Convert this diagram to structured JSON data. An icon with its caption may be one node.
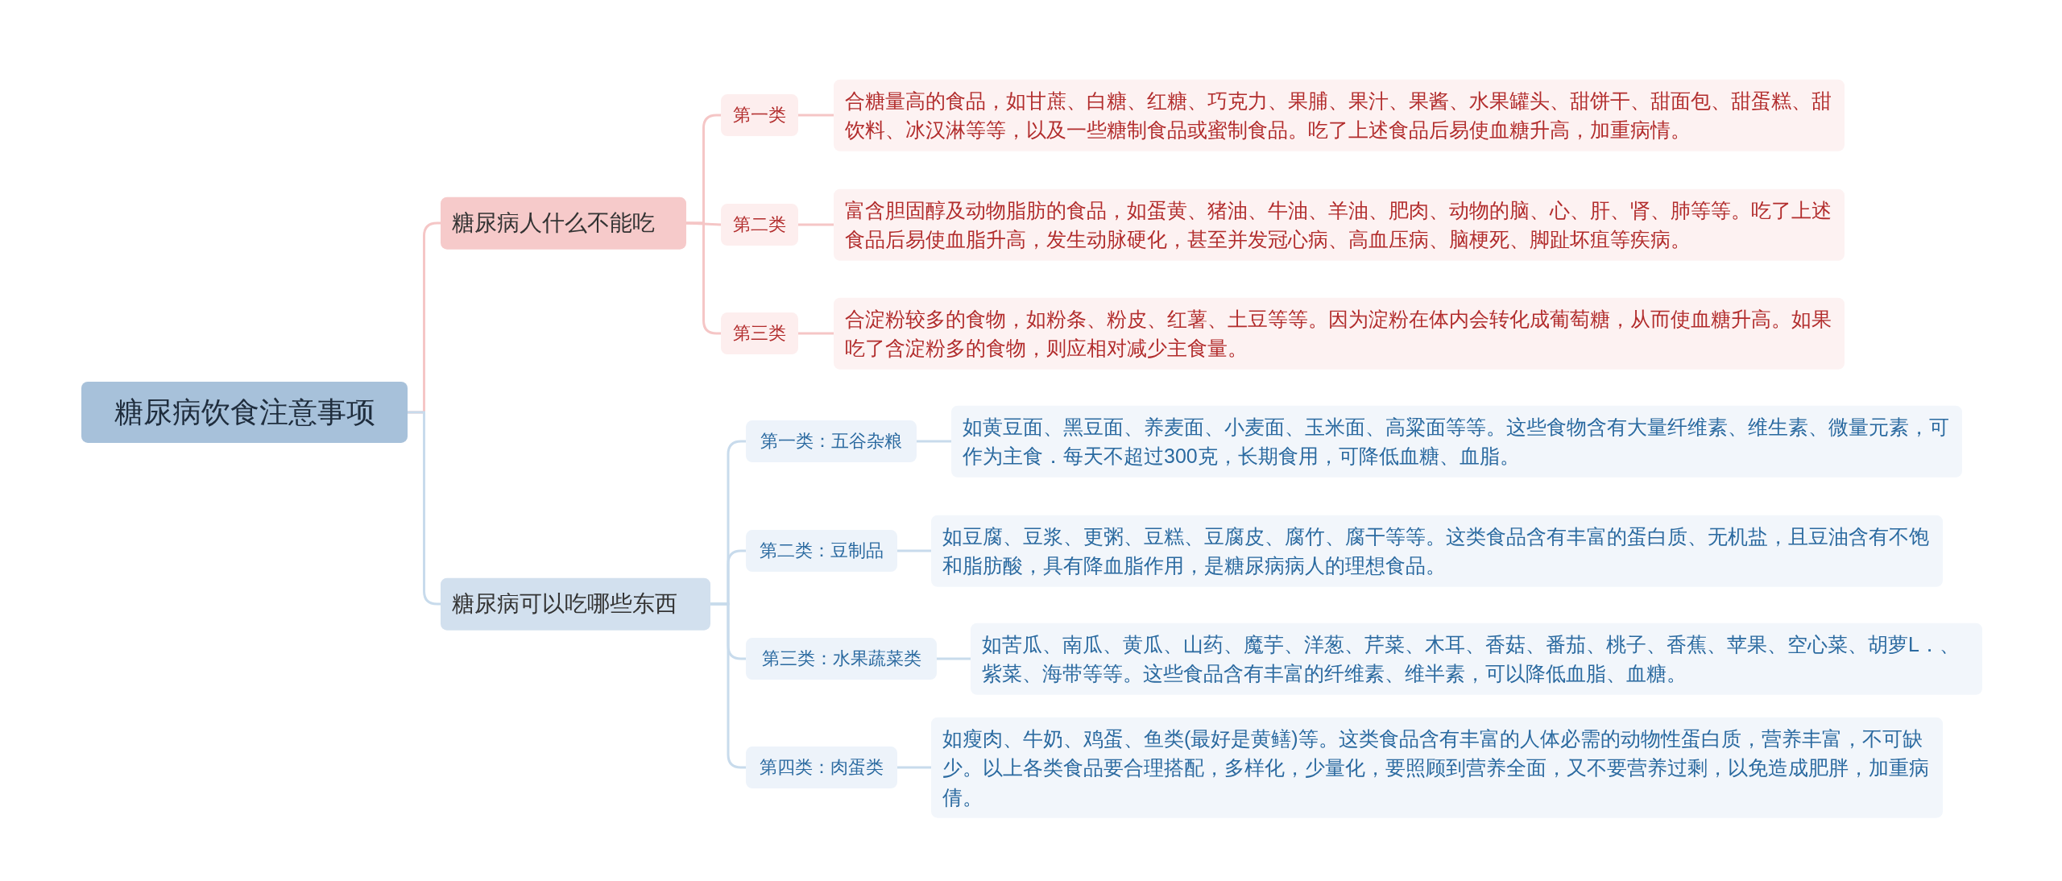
{
  "diagram": {
    "nodes": [
      {
        "text": [
          "糖尿病饮食注意事项"
        ]
      },
      {
        "text": [
          "糖尿病人什么不能吃"
        ]
      },
      {
        "text": [
          "第一类"
        ]
      },
      {
        "text": [
          "合糖量高的食品，如甘蔗、白糖、红糖、巧克力、果脯、果汁、果酱、水果罐头、甜饼干、甜面包、甜蛋糕、甜饮料、冰汉淋等等，以及一些糖制食品或蜜制食品。吃了上述食品后易使血糖升高，加重病情。"
        ]
      },
      {
        "text": [
          "第二类"
        ]
      },
      {
        "text": [
          "富含胆固醇及动物脂肪的食品，如蛋黄、猪油、牛油、羊油、肥肉、动物的脑、心、肝、肾、肺等等。吃了上述食品后易使血脂升高，发生动脉硬化，甚至并发冠心病、高血压病、脑梗死、脚趾坏疽等疾病。"
        ]
      },
      {
        "text": [
          "第三类"
        ]
      },
      {
        "text": [
          "合淀粉较多的食物，如粉条、粉皮、红薯、土豆等等。因为淀粉在体内会转化成葡萄糖，从而使血糖升高。如果吃了含淀粉多的食物，则应相对减少主食量。"
        ]
      },
      {
        "text": [
          "糖尿病可以吃哪些东西"
        ]
      },
      {
        "text": [
          "第一类：五谷杂粮"
        ]
      },
      {
        "text": [
          "如黄豆面、黑豆面、养麦面、小麦面、玉米面、高粱面等等。这些食物含有大量纤维素、维生素、微量元素，可作为主食．每天不超过300克，长期食用，可降低血糖、血脂。"
        ]
      },
      {
        "text": [
          "第二类：豆制品"
        ]
      },
      {
        "text": [
          "如豆腐、豆浆、更粥、豆糕、豆腐皮、腐竹、腐干等等。这类食品含有丰富的蛋白质、无机盐，且豆油含有不饱和脂肪酸，具有降血脂作用，是糖尿病病人的理想食品。"
        ]
      },
      {
        "text": [
          "第三类：水果蔬菜类"
        ]
      },
      {
        "text": [
          "如苦瓜、南瓜、黄瓜、山药、魔芋、洋葱、芹菜、木耳、香菇、番茄、桃子、香蕉、苹果、空心菜、胡萝L．、紫菜、海带等等。这些食品含有丰富的纤维素、维半素，可以降低血脂、血糖。"
        ]
      },
      {
        "text": [
          "第四类：肉蛋类"
        ]
      },
      {
        "text": [
          "如瘦肉、牛奶、鸡蛋、鱼类(最好是黄鳝)等。这类食品含有丰富的人体必需的动物性蛋白质，营养丰富，不可缺少。以上各类食品要合理搭配，多样化，少量化，要照顾到营养全面，又不要营养过剩，以免造成肥胖，加重病倩。"
        ]
      }
    ],
    "edges": [
      {
        "from": 0,
        "to": 1,
        "arrow": "none",
        "color": "#f5c6c6"
      },
      {
        "from": 1,
        "to": 2,
        "arrow": "none",
        "color": "#f5c6c6"
      },
      {
        "from": 2,
        "to": 3,
        "arrow": "none",
        "color": "#f5c6c6"
      },
      {
        "from": 1,
        "to": 4,
        "arrow": "none",
        "color": "#f5c6c6"
      },
      {
        "from": 4,
        "to": 5,
        "arrow": "none",
        "color": "#f5c6c6"
      },
      {
        "from": 1,
        "to": 6,
        "arrow": "none",
        "color": "#f5c6c6"
      },
      {
        "from": 6,
        "to": 7,
        "arrow": "none",
        "color": "#f5c6c6"
      },
      {
        "from": 0,
        "to": 8,
        "arrow": "none"
      },
      {
        "from": 8,
        "to": 9,
        "arrow": "none"
      },
      {
        "from": 9,
        "to": 10,
        "arrow": "none"
      },
      {
        "from": 8,
        "to": 11,
        "arrow": "none"
      },
      {
        "from": 11,
        "to": 12,
        "arrow": "none"
      },
      {
        "from": 8,
        "to": 13,
        "arrow": "none"
      },
      {
        "from": 13,
        "to": 14,
        "arrow": "none"
      },
      {
        "from": 8,
        "to": 15,
        "arrow": "none"
      },
      {
        "from": 15,
        "to": 16,
        "arrow": "none"
      }
    ]
  }
}
